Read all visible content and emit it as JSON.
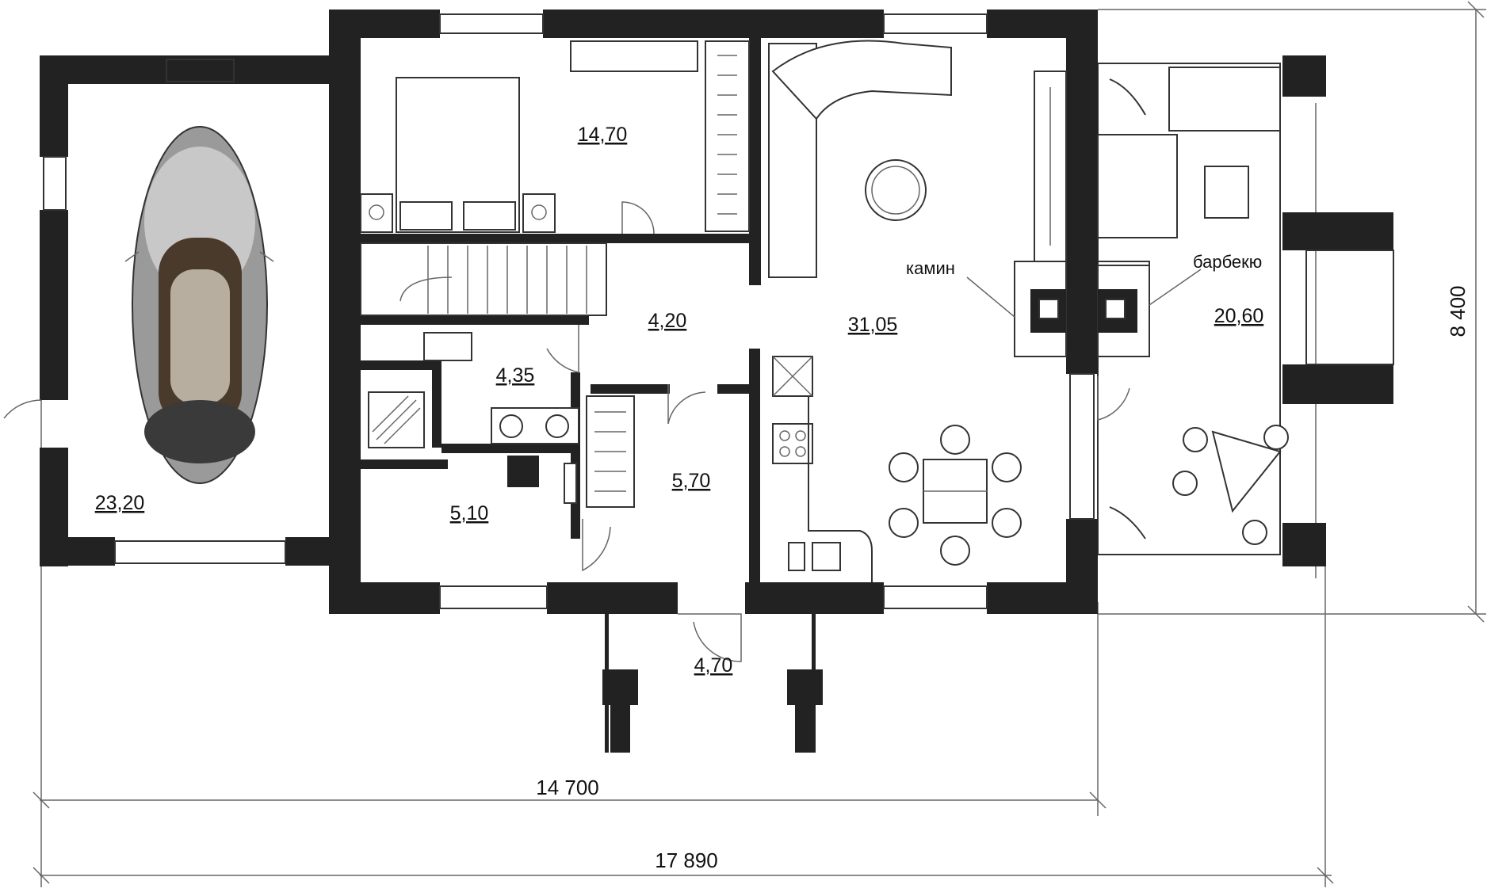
{
  "rooms": {
    "garage": "23,20",
    "bedroom": "14,70",
    "hall": "4,20",
    "bathroom": "4,35",
    "boiler": "5,10",
    "wardrobe": "5,70",
    "living": "31,05",
    "terrace": "20,60",
    "porch": "4,70"
  },
  "notes": {
    "fireplace": "камин",
    "bbq": "барбекю"
  },
  "dimensions": {
    "house_width": "14 700",
    "total_width": "17 890",
    "depth": "8 400"
  },
  "colors": {
    "wall": "#222222",
    "line": "#333333",
    "background": "#ffffff"
  }
}
